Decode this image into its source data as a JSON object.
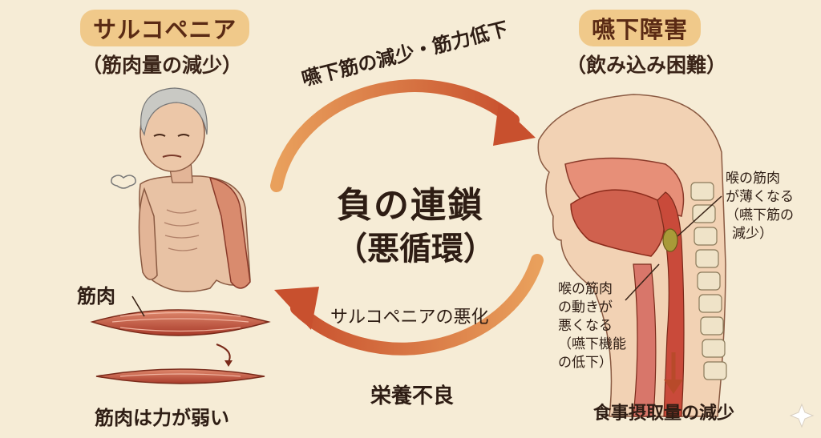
{
  "left": {
    "title": "サルコペニア",
    "subtitle": "（筋肉量の減少）",
    "muscle_label": "筋肉",
    "weak_label": "筋肉は力が弱い"
  },
  "right": {
    "title": "嚥下障害",
    "subtitle": "（飲み込み困難）",
    "throat_thin": [
      "喉の筋肉",
      "が薄くなる",
      "（嚥下筋の",
      "減少）"
    ],
    "throat_move": [
      "喉の筋肉",
      "の動きが",
      "悪くなる",
      "（嚥下機能",
      "の低下）"
    ],
    "intake": "食事摂取量の減少"
  },
  "center": {
    "title": "負の連鎖",
    "subtitle": "（悪循環）",
    "top_arrow": "嚥下筋の減少・筋力低下",
    "bottom_arrow": "サルコペニアの悪化",
    "malnutrition": "栄養不良"
  },
  "colors": {
    "arrow": "#d46a3c",
    "pill": "#f0c98a",
    "background": "#f6ecd6"
  }
}
